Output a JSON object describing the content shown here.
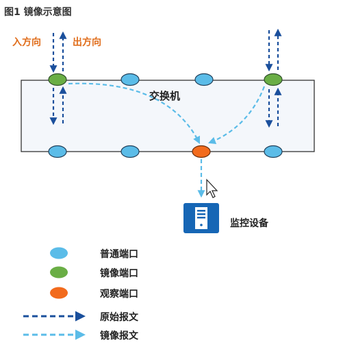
{
  "figure": {
    "title": "图1 镜像示意图"
  },
  "diagram": {
    "switch_label": "交换机",
    "in_direction_label": "入方向",
    "out_direction_label": "出方向",
    "monitor_label": "监控设备"
  },
  "legend": {
    "items": [
      {
        "label": "普通端口",
        "kind": "ellipse",
        "color": "#5bbce8"
      },
      {
        "label": "镜像端口",
        "kind": "ellipse",
        "color": "#6aae45"
      },
      {
        "label": "观察端口",
        "kind": "ellipse",
        "color": "#f26b1d"
      },
      {
        "label": "原始报文",
        "kind": "dashed-arrow",
        "color": "#1a4f9c"
      },
      {
        "label": "镜像报文",
        "kind": "dashed-arrow",
        "color": "#5bbce8"
      }
    ]
  },
  "colors": {
    "normal_port": "#5bbce8",
    "mirror_port": "#6aae45",
    "observe_port": "#f26b1d",
    "original_packet": "#1a4f9c",
    "mirror_packet": "#5bbce8",
    "direction_text": "#e06d1b",
    "monitor_device": "#1666b5"
  }
}
